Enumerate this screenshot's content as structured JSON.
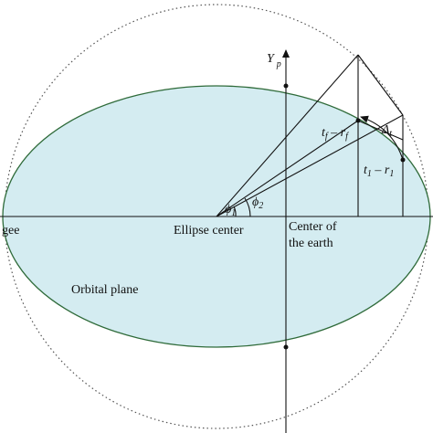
{
  "diagram": {
    "colors": {
      "ellipse_fill": "#d4ecf1",
      "ellipse_stroke": "#2f6b3a",
      "circle_stroke": "#555555",
      "line": "#111111"
    },
    "labels": {
      "y_axis_main": "Y",
      "y_axis_sub": "p",
      "ellipse_center": "Ellipse center",
      "earth_center_1": "Center of",
      "earth_center_2": "the earth",
      "perigee_partial": "gee",
      "orbital_plane": "Orbital plane",
      "phi": "ϕ",
      "phi1_sub": "1",
      "phi2_sub": "2",
      "tf_main": "t",
      "tf_sub": "f",
      "tf_dash": " – r",
      "rf_sub": "f",
      "t1_main": "t",
      "t1_sub": "1",
      "t1_dash": " – r",
      "r1_sub": "1",
      "delta_main": "Δ",
      "delta_sub": "t"
    }
  }
}
